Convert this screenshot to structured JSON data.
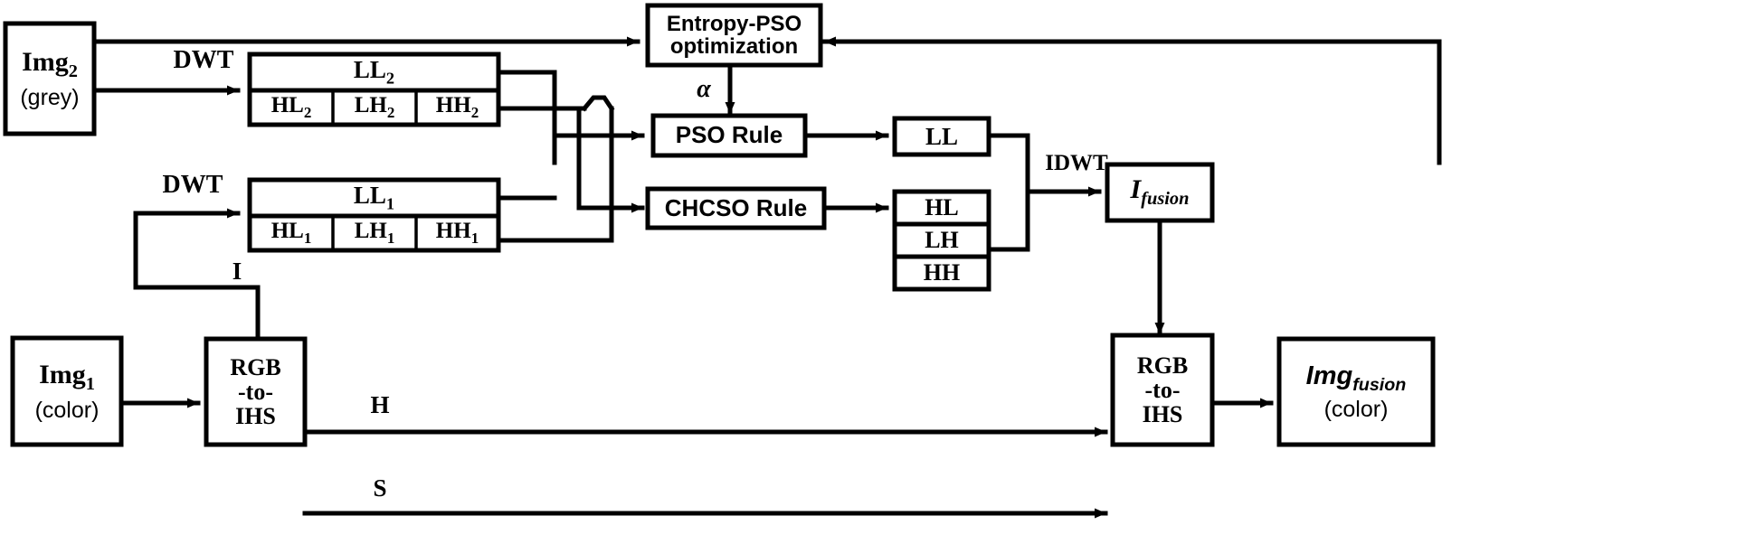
{
  "diagram": {
    "title": "Entropy-PSO / CHCSO image fusion block diagram",
    "colors": {
      "stroke": "#000000",
      "fill": "#ffffff",
      "background": "#ffffff"
    },
    "nodes": {
      "img2": {
        "line1": "Img",
        "sub1": "2",
        "line2": "(grey)"
      },
      "img1": {
        "line1": "Img",
        "sub1": "1",
        "line2": "(color)"
      },
      "subband2": {
        "ll": "LL",
        "ll_sub": "2",
        "hl": "HL",
        "hl_sub": "2",
        "lh": "LH",
        "lh_sub": "2",
        "hh": "HH",
        "hh_sub": "2"
      },
      "subband1": {
        "ll": "LL",
        "ll_sub": "1",
        "hl": "HL",
        "hl_sub": "1",
        "lh": "LH",
        "lh_sub": "1",
        "hh": "HH",
        "hh_sub": "1"
      },
      "entropy_pso": {
        "line1": "Entropy-PSO",
        "line2": "optimization"
      },
      "pso_rule": {
        "label": "PSO Rule"
      },
      "chcso_rule": {
        "label": "CHCSO Rule"
      },
      "ll_out": {
        "label": "LL"
      },
      "hl_out": {
        "label": "HL"
      },
      "lh_out": {
        "label": "LH"
      },
      "hh_out": {
        "label": "HH"
      },
      "i_fusion": {
        "label": "I",
        "sub": "fusion"
      },
      "rgb_ihs_1": {
        "line1": "RGB",
        "line2": "-to-",
        "line3": "IHS"
      },
      "rgb_ihs_2": {
        "line1": "RGB",
        "line2": "-to-",
        "line3": "IHS"
      },
      "img_fusion": {
        "line1": "Img",
        "sub1": "fusion",
        "line2": "(color)"
      }
    },
    "edge_labels": {
      "dwt_top": "DWT",
      "dwt_bottom": "DWT",
      "alpha": "α",
      "idwt": "IDWT",
      "intensity": "I",
      "hue": "H",
      "saturation": "S"
    }
  }
}
